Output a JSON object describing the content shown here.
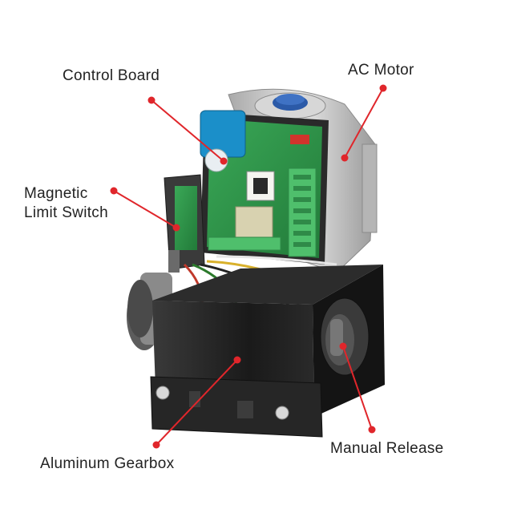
{
  "labels": {
    "control_board": "Control Board",
    "ac_motor": "AC Motor",
    "magnetic_limit_switch_line1": "Magnetic",
    "magnetic_limit_switch_line2": "Limit Switch",
    "aluminum_gearbox": "Aluminum Gearbox",
    "manual_release": "Manual Release"
  },
  "colors": {
    "leader": "#e0262b",
    "pcb_green": "#2f9a4a",
    "housing_black": "#1f1f1f",
    "motor_silver": "#c9c9c9",
    "relay_blue": "#1b8fc9"
  }
}
